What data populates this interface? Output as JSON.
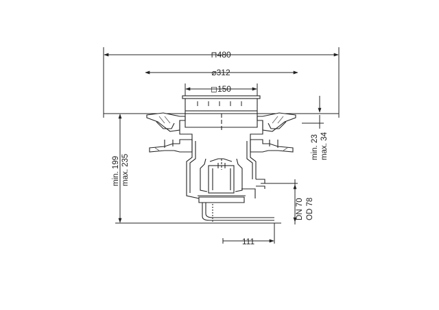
{
  "dimensions": {
    "overall_width": "⊓480",
    "ring_diameter": "⌀312",
    "grate_size": "◻150",
    "height_min": "min. 199",
    "height_max": "max. 235",
    "upper_min": "min. 23",
    "upper_max": "max. 34",
    "pipe_dn": "DN 70",
    "pipe_od": "OD 78",
    "outlet_offset": "111"
  },
  "colors": {
    "line": "#222222",
    "hatch": "#555555"
  }
}
